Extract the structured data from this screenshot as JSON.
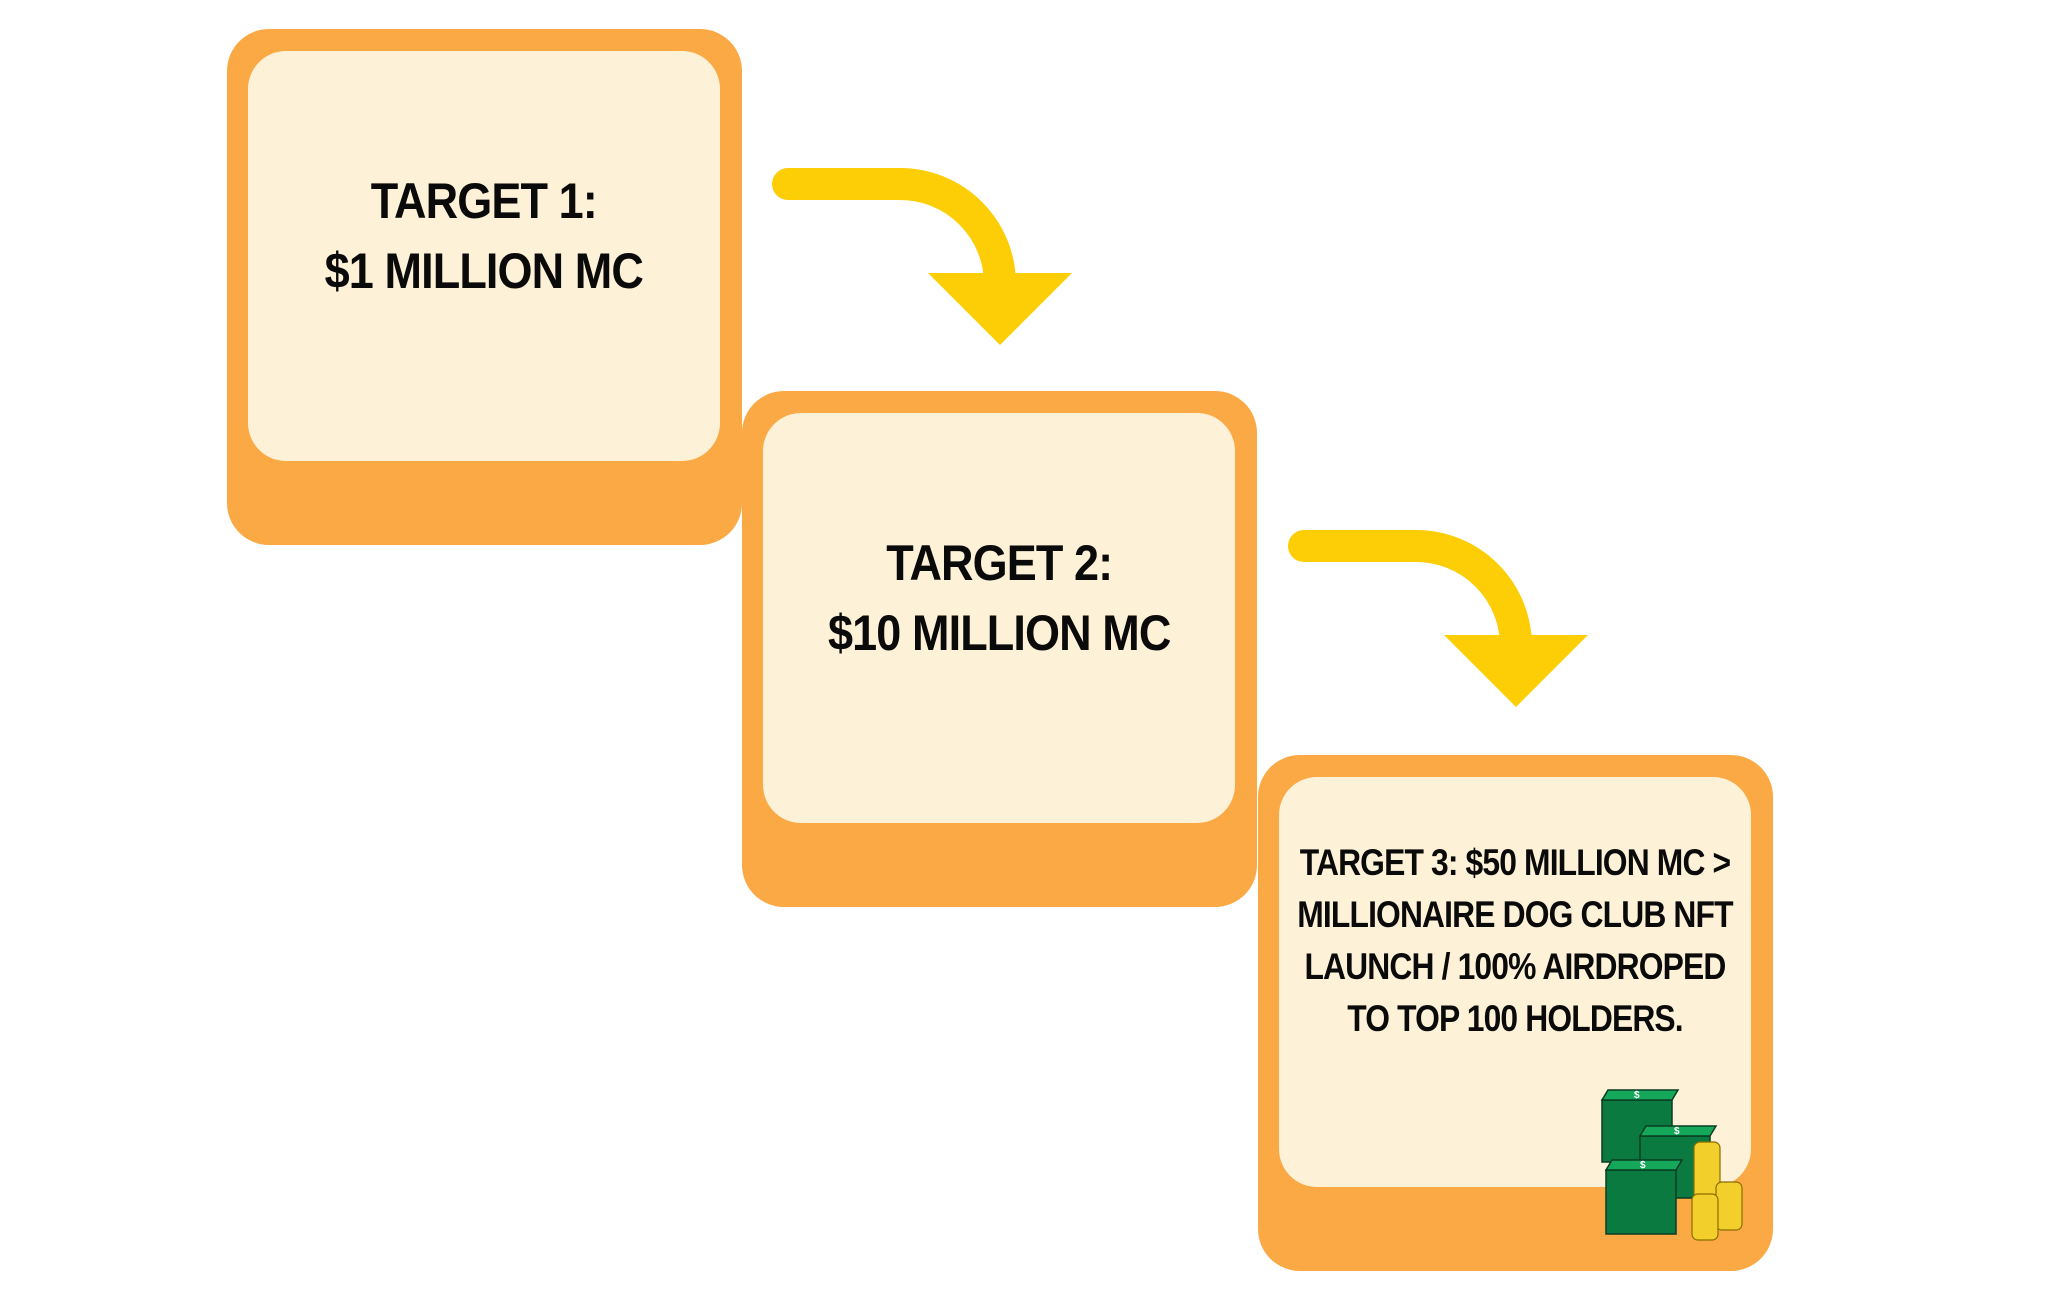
{
  "targets": [
    {
      "line1": "TARGET 1:",
      "line2": "$1 MILLION MC"
    },
    {
      "line1": "TARGET 2:",
      "line2": "$10 MILLION MC"
    },
    {
      "text": "TARGET 3: $50 MILLION MC > MILLIONAIRE DOG CLUB NFT LAUNCH / 100% AIRDROPED TO TOP 100 HOLDERS."
    }
  ],
  "colors": {
    "outer": "#fba944",
    "inner": "#fdf1d8",
    "arrow": "#fdcd05",
    "money": "#0b8a4a",
    "coin": "#f2cf2a"
  },
  "icons": [
    "curved-arrow-icon",
    "curved-arrow-icon",
    "money-stack-icon"
  ]
}
